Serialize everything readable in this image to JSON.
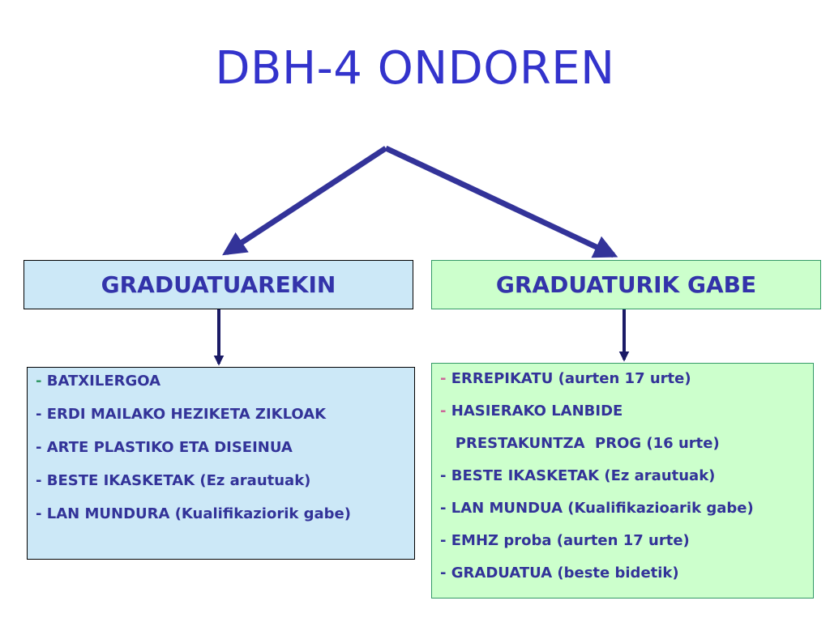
{
  "title": "DBH-4 ONDOREN",
  "left": {
    "heading": "GRADUATUAREKIN",
    "items": [
      {
        "dash": "-",
        "text": " BATXILERGOA"
      },
      {
        "dash": "-",
        "text": " ERDI MAILAKO HEZIKETA ZIKLOAK"
      },
      {
        "dash": "-",
        "text": " ARTE PLASTIKO  ETA  DISEINUA"
      },
      {
        "dash": "-",
        "text": " BESTE IKASKETAK (Ez  arautuak)"
      },
      {
        "dash": "-",
        "text": " LAN MUNDURA (Kualifikaziorik gabe)"
      }
    ]
  },
  "right": {
    "heading": "GRADUATURIK GABE",
    "items": [
      {
        "dash": "-",
        "text": " ERREPIKATU (aurten 17 urte)"
      },
      {
        "dash": "-",
        "text": " HASIERAKO LANBIDE"
      },
      {
        "dash": "",
        "text": "   PRESTAKUNTZA  PROG (16 urte)"
      },
      {
        "dash": "-",
        "text": " BESTE IKASKETAK  (Ez arautuak)"
      },
      {
        "dash": "-",
        "text": " LAN MUNDUA (Kualifikazioarik gabe)"
      },
      {
        "dash": "-",
        "text": " EMHZ proba (aurten 17 urte)"
      },
      {
        "dash": "-",
        "text": " GRADUATUA (beste bidetik)"
      }
    ]
  },
  "colors": {
    "title": "#3333cc",
    "arrow": "#333399",
    "left_box_fill": "#cce8f7",
    "right_box_fill": "#ccffcc"
  }
}
